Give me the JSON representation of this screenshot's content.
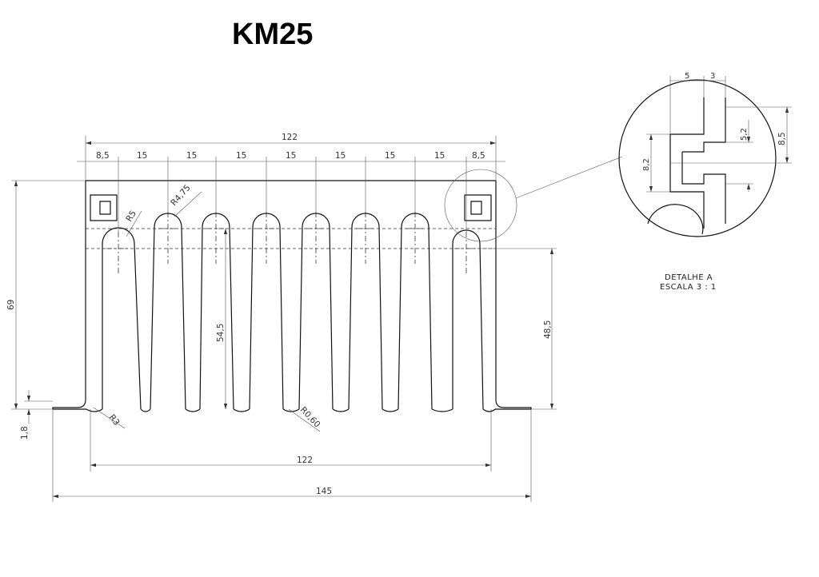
{
  "title": "KM25",
  "dimensions": {
    "overall_width_top": "122",
    "pitch_edge_left": "8,5",
    "pitch": "15",
    "pitch_edge_right": "8,5",
    "height_total": "69",
    "base_thickness": "1,8",
    "fin_height": "54,5",
    "slot_depth": "48,5",
    "overall_width_bottom": "122",
    "total_width": "145",
    "radius_r5": "R5",
    "radius_r475": "R4,75",
    "radius_r3": "R3",
    "radius_r060": "R0,60"
  },
  "detail": {
    "label_line1": "DETALHE A",
    "label_line2": "ESCALA 3 : 1",
    "dim_5": "5",
    "dim_3": "3",
    "dim_52": "5,2",
    "dim_82": "8,2",
    "dim_85": "8,5"
  }
}
